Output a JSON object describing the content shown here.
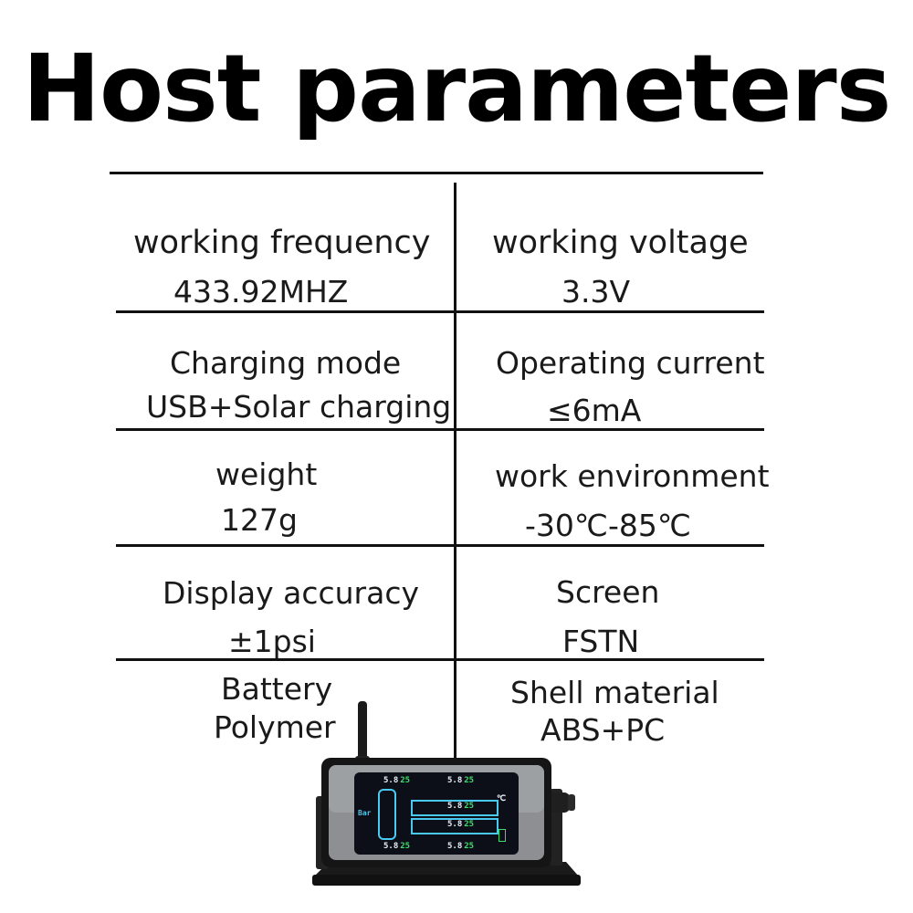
{
  "title": "Host parameters",
  "rows": [
    {
      "left": {
        "label": "working frequency",
        "value": "433.92MHZ"
      },
      "right": {
        "label": "working voltage",
        "value": "3.3V"
      }
    },
    {
      "left": {
        "label": "Charging mode",
        "value": "USB+Solar charging"
      },
      "right": {
        "label": "Operating current",
        "value": "≤6mA"
      }
    },
    {
      "left": {
        "label": "weight",
        "value": "127g"
      },
      "right": {
        "label": "work environment",
        "value": "-30℃-85℃"
      }
    },
    {
      "left": {
        "label": "Display accuracy",
        "value": "±1psi"
      },
      "right": {
        "label": "Screen",
        "value": "FSTN"
      }
    },
    {
      "left": {
        "label": "Battery",
        "value": "Polymer"
      },
      "right": {
        "label": "Shell material",
        "value": "ABS+PC"
      }
    }
  ],
  "device_display": {
    "readings": [
      "5.8",
      "5.8",
      "5.8",
      "5.8",
      "5.8",
      "5.8"
    ],
    "reading_suffix": "25",
    "unit_label": "Bar",
    "temp_unit": "℃",
    "colors": {
      "screen": "#0d0f18",
      "tyre_outline": "#49c8f0",
      "pressure": "#e9eef5",
      "temp": "#3ddc6c"
    }
  }
}
